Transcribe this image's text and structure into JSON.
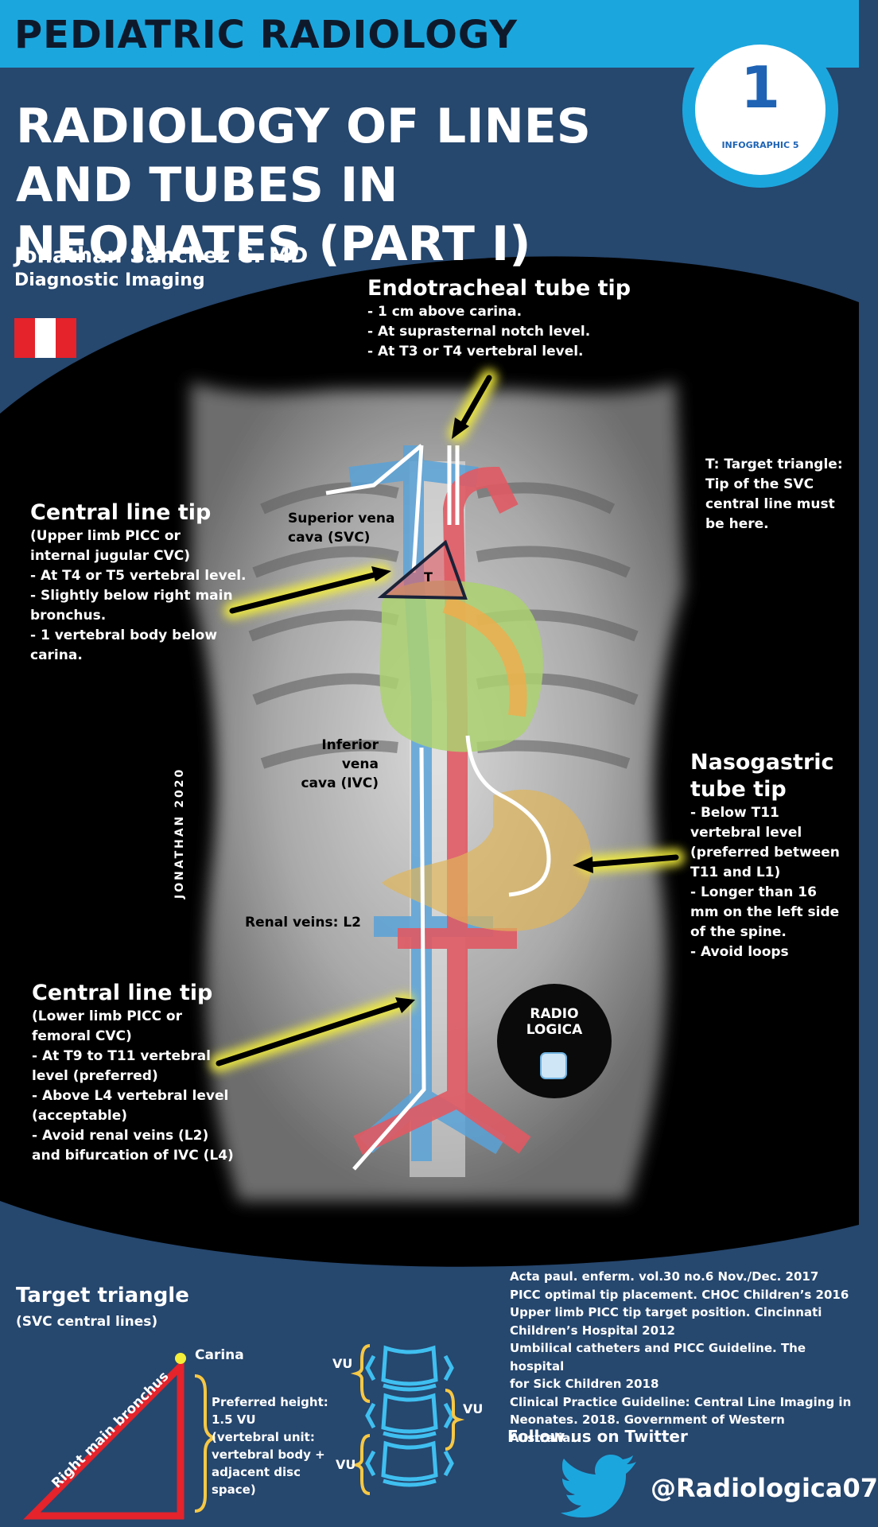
{
  "header": {
    "brand": "PEDIATRIC RADIOLOGY",
    "badge_number": "1",
    "badge_label": "INFOGRAPHIC 5",
    "title": "RADIOLOGY OF LINES AND TUBES IN NEONATES (PART I)",
    "author": "Jonathan Sánchez C.  MD",
    "department": "Diagnostic Imaging"
  },
  "colors": {
    "banner": "#1ca6de",
    "background": "#26476e",
    "flag_red": "#e4232b",
    "arrow_glow": "#f4ef3a",
    "triangle_red": "#e4232b",
    "vertebra_blue": "#3fbff0",
    "brace_yellow": "#f7c844"
  },
  "ett": {
    "title": "Endotracheal tube tip",
    "items": [
      "- 1 cm above carina.",
      "- At suprasternal notch level.",
      "- At T3 or T4 vertebral level."
    ]
  },
  "svc_label": [
    "Superior vena",
    "cava (SVC)"
  ],
  "ivc_label": [
    "Inferior vena",
    "cava (IVC)"
  ],
  "renal_label": "Renal veins: L2",
  "triangle_marker": "T",
  "target_note": [
    "T: Target triangle:",
    "Tip of the SVC",
    "central line must",
    "be here."
  ],
  "upper_line": {
    "title": "Central line tip",
    "lines": [
      "(Upper limb PICC or",
      "internal jugular CVC)",
      "- At T4 or T5 vertebral level.",
      "- Slightly below right main",
      "bronchus.",
      "- 1 vertebral body below",
      "carina."
    ]
  },
  "ng_tube": {
    "title": [
      "Nasogastric",
      "tube tip"
    ],
    "lines": [
      "- Below T11",
      "vertebral level",
      "(preferred between",
      "T11 and L1)",
      "- Longer than 16",
      "mm on the left side",
      "of the spine.",
      "- Avoid loops"
    ]
  },
  "lower_line": {
    "title": "Central line tip",
    "lines": [
      "(Lower limb PICC or",
      "femoral CVC)",
      "- At T9 to T11 vertebral",
      "level (preferred)",
      "- Above L4 vertebral level",
      "(acceptable)",
      "- Avoid renal veins (L2)",
      "and bifurcation of IVC (L4)"
    ]
  },
  "signature": "JONATHAN 2020",
  "logo": [
    "RADIO",
    "LOGICA"
  ],
  "target_triangle": {
    "title": "Target triangle",
    "subtitle": "(SVC central lines)",
    "bronchus_label": "Right main bronchus",
    "carina_label": "Carina",
    "preferred": [
      "Preferred height:",
      "1.5 VU",
      "(vertebral unit:",
      "vertebral body +",
      "adjacent disc",
      "space)"
    ],
    "vu_label": "VU"
  },
  "references": [
    "Acta paul. enferm. vol.30 no.6 Nov./Dec. 2017",
    "PICC optimal tip placement. CHOC Children’s 2016",
    "Upper limb PICC tip target position. Cincinnati",
    "Children’s Hospital 2012",
    "Umbilical catheters and PICC Guideline. The hospital",
    "for Sick Children 2018",
    "Clinical Practice Guideline: Central Line Imaging in",
    "Neonates. 2018. Government of Western Australia."
  ],
  "social": {
    "follow": "Follow us on Twitter",
    "handle": "@Radiologica07",
    "icon": "twitter-bird-icon"
  }
}
